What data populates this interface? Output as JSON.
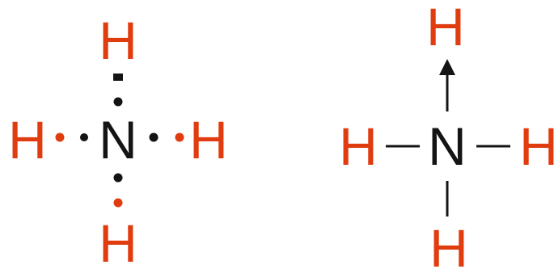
{
  "colors": {
    "hydrogen": "#e03c10",
    "nitrogen": "#141414",
    "bond": "#141414",
    "electron_own": "#141414",
    "electron_hydrogen": "#e03c10"
  },
  "lewis": {
    "center": "N",
    "top": "H",
    "left": "H",
    "right": "H",
    "bottom": "H"
  },
  "structural": {
    "center": "N",
    "top": "H",
    "left": "H",
    "right": "H",
    "bottom": "H"
  }
}
